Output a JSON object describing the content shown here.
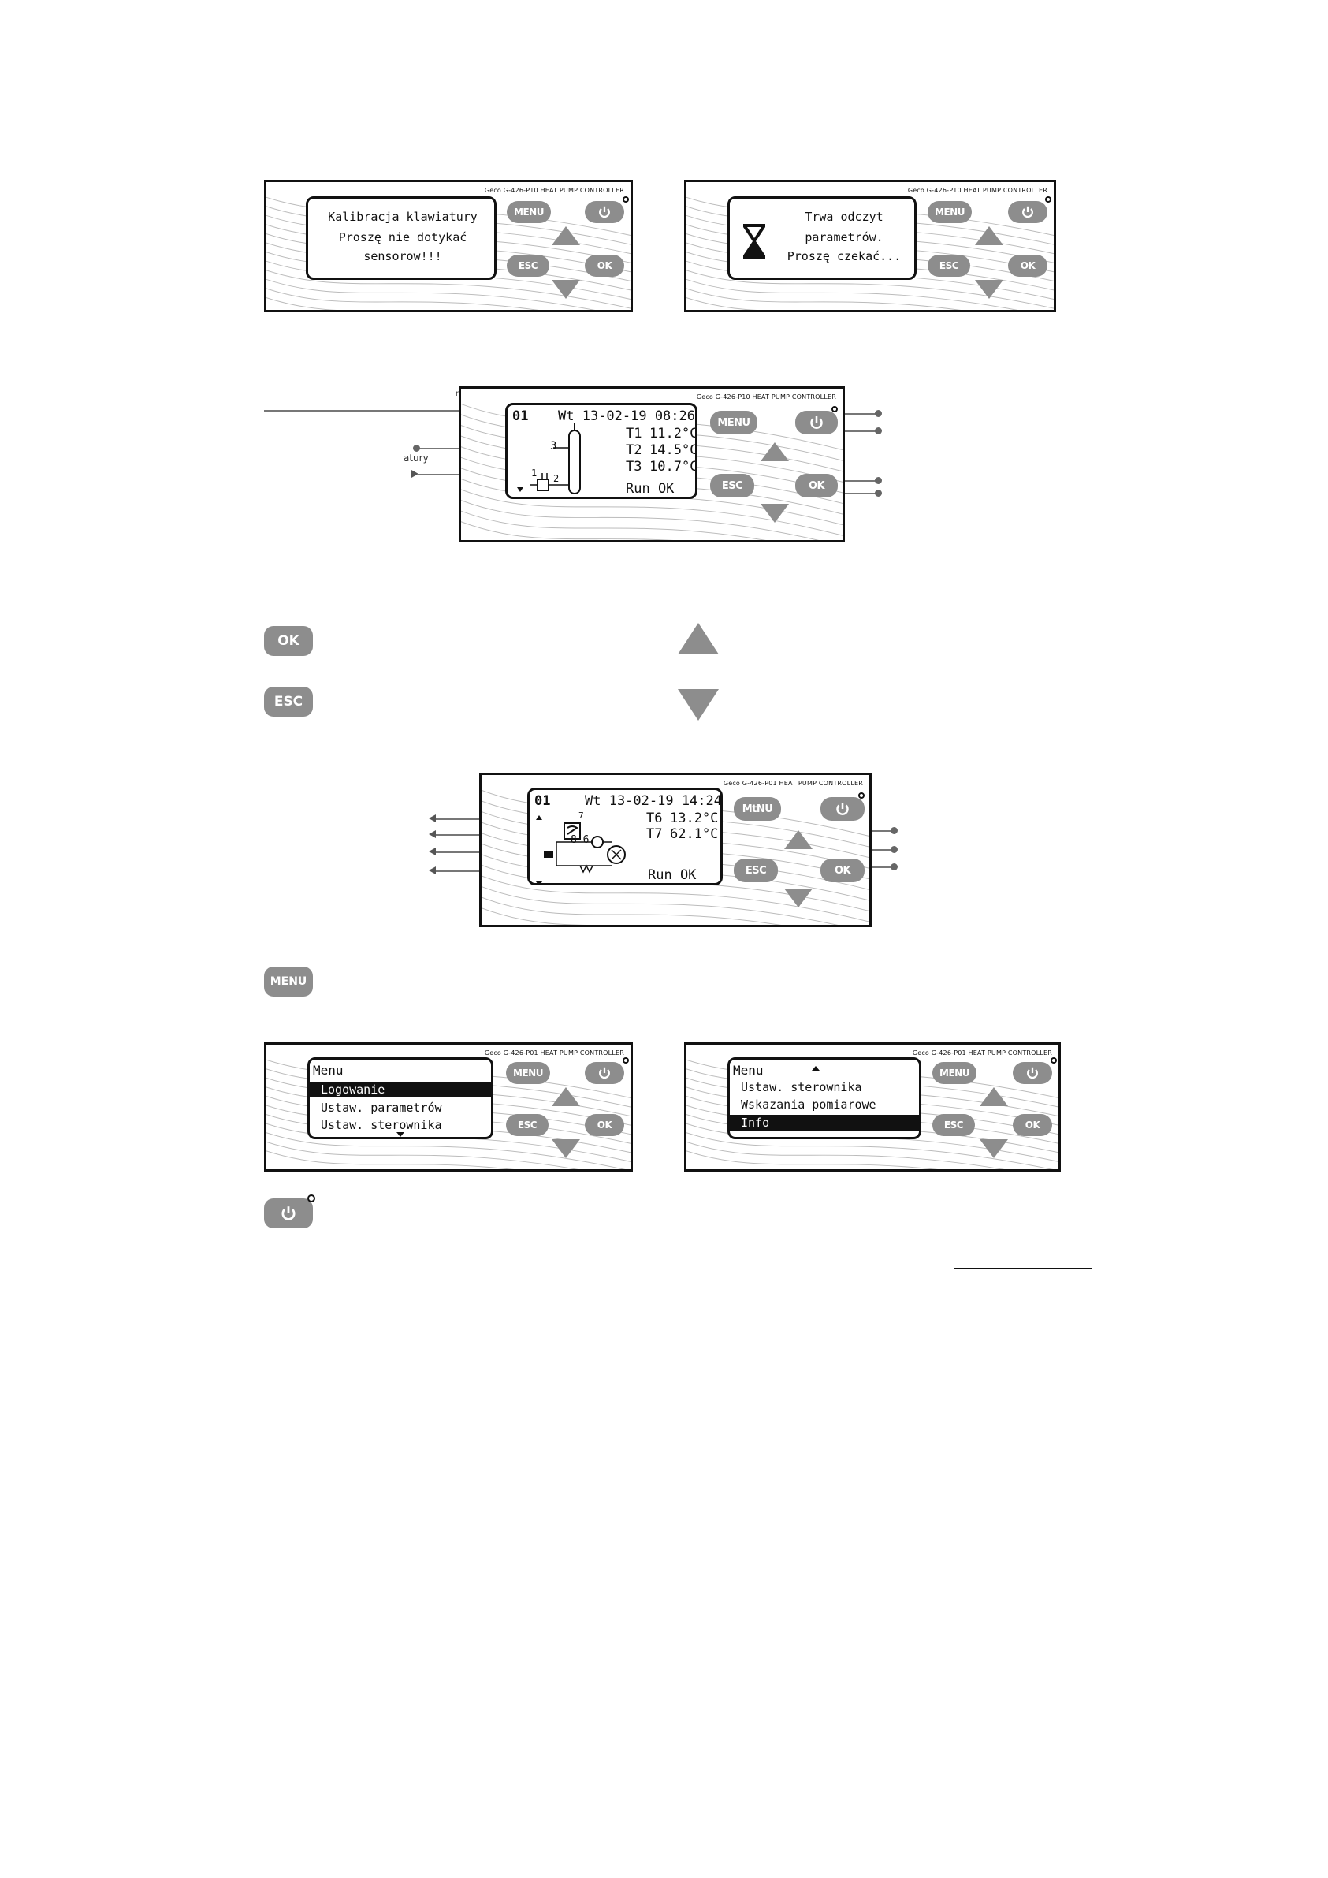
{
  "controller": {
    "brand_1": "Geco G-426-P10 HEAT PUMP CONTROLLER",
    "brand_2": "Geco G-426-P10 HEAT PUMP CONTROLLER",
    "brand_3": "Geco G-426-P10 HEAT PUMP CONTROLLER",
    "brand_4": "Geco G-426-P01 HEAT PUMP CONTROLLER",
    "brand_5": "Geco G-426-P01 HEAT PUMP CONTROLLER",
    "brand_6": "Geco G-426-P01 HEAT PUMP CONTROLLER",
    "menu_label": "MENU",
    "menu_label_alt": "MtNU",
    "esc_label": "ESC",
    "ok_label": "OK",
    "power_icon": "power-icon",
    "up_icon": "triangle-up-icon",
    "down_icon": "triangle-down-icon"
  },
  "screen_calibration": {
    "lines": [
      "Kalibracja klawiatury",
      "Proszę nie dotykać",
      "sensorow!!!"
    ]
  },
  "screen_loading": {
    "icon": "hourglass-icon",
    "lines": [
      "Trwa odczyt",
      "parametrów.",
      "Proszę czekać..."
    ]
  },
  "screen_main_1": {
    "id": "01",
    "datetime": "Wt 13-02-19 08:26",
    "rows": [
      {
        "label": "T1",
        "value": "11.2°C"
      },
      {
        "label": "T2",
        "value": "14.5°C"
      },
      {
        "label": "T3",
        "value": "10.7°C"
      }
    ],
    "status": "Run OK",
    "n1": "1",
    "n2": "2",
    "n3": "3",
    "side_label_a": "n",
    "side_label_b": "atury"
  },
  "screen_main_2": {
    "id": "01",
    "datetime": "Wt 13-02-19 14:24",
    "rows": [
      {
        "label": "T6",
        "value": "13.2°C"
      },
      {
        "label": "T7",
        "value": "62.1°C"
      }
    ],
    "status": "Run OK",
    "n6": "8 6",
    "n7": "7"
  },
  "legend": {
    "ok": "OK",
    "esc": "ESC",
    "menu": "MENU"
  },
  "menu_screen_1": {
    "title": "Menu",
    "items": [
      "Logowanie",
      "Ustaw. parametrów",
      "Ustaw. sterownika"
    ],
    "selected": 0
  },
  "menu_screen_2": {
    "title": "Menu",
    "items": [
      "Ustaw. sterownika",
      "Wskazania pomiarowe",
      "Info"
    ],
    "selected": 2
  }
}
